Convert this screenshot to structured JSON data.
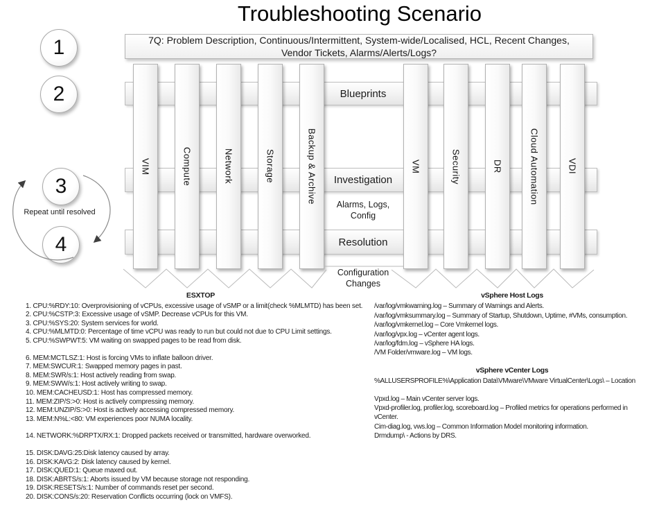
{
  "title": "Troubleshooting Scenario",
  "question_box": "7Q: Problem Description, Continuous/Intermittent, System-wide/Localised, HCL, Recent Changes, Vendor Tickets, Alarms/Alerts/Logs?",
  "steps": {
    "one": "1",
    "two": "2",
    "three": "3",
    "four": "4",
    "repeat_label": "Repeat until resolved"
  },
  "pillars": {
    "left": [
      "VIM",
      "Compute",
      "Network",
      "Storage",
      "Backup & Archive"
    ],
    "right": [
      "VM",
      "Security",
      "DR",
      "Cloud Automation",
      "VDI"
    ]
  },
  "phases": {
    "blueprints": "Blueprints",
    "investigation": "Investigation",
    "alarms": "Alarms, Logs, Config",
    "resolution": "Resolution",
    "config_changes": "Configuration Changes"
  },
  "esxtop": {
    "heading": "ESXTOP",
    "cpu_items": [
      "1. CPU:%RDY:10: Overprovisioning of vCPUs, excessive usage of vSMP or a limit(check %MLMTD) has been set.",
      "2. CPU:%CSTP:3: Excessive usage of vSMP.  Decrease vCPUs for this VM.",
      "3. CPU:%SYS:20: System services for world.",
      "4. CPU:%MLMTD:0: Percentage of time vCPU was ready to run but could not due to CPU Limit settings.",
      "5. CPU:%SWPWT:5: VM waiting on swapped pages to be read from disk."
    ],
    "mem_items": [
      "6. MEM:MCTLSZ:1: Host is forcing VMs to inflate balloon driver.",
      "7. MEM:SWCUR:1: Swapped memory pages in past.",
      "8. MEM:SWR/s:1: Host actively reading from swap.",
      "9. MEM:SWW/s:1: Host actively writing to swap.",
      "10. MEM:CACHEUSD:1: Host has compressed memory.",
      "11. MEM:ZIP/S:>0: Host is actively compressing memory.",
      "12. MEM:UNZIP/S:>0: Host is actively accessing compressed memory.",
      "13. MEM:N%L:<80: VM experiences poor NUMA locality."
    ],
    "network_items": [
      "14. NETWORK:%DRPTX/RX:1: Dropped packets received or transmitted, hardware overworked."
    ],
    "disk_items": [
      "15. DISK:DAVG:25:Disk latency caused by array.",
      "16. DISK:KAVG:2: Disk latency caused by kernel.",
      "17. DISK:QUED:1: Queue maxed out.",
      "18. DISK:ABRTS/s:1: Aborts issued by VM because storage not responding.",
      "19. DISK:RESETS/s:1: Number of commands reset per second.",
      "20. DISK:CONS/s:20: Reservation Conflicts occurring (lock on VMFS)."
    ]
  },
  "host_logs": {
    "heading": "vSphere Host Logs",
    "items": [
      "/var/log/vmkwarning.log – Summary of Warnings and Alerts.",
      "/var/log/vmksummary.log – Summary of Startup, Shutdown, Uptime, #VMs, consumption.",
      "/var/log/vmkernel.log – Core Vmkernel logs.",
      "/var/log/vpx.log – vCenter agent logs.",
      "/var/log/fdm.log – vSphere HA logs.",
      "/VM Folder/vmware.log – VM logs."
    ]
  },
  "vcenter_logs": {
    "heading": "vSphere vCenter Logs",
    "location": "%ALLUSERSPROFILE%\\Application Data\\VMware\\VMware VirtualCenter\\Logs\\ – Location",
    "items": [
      "Vpxd.log – Main vCenter server logs.",
      "Vpxd-profiler.log, profiler.log, scoreboard.log – Profiled metrics for operations performed in vCenter.",
      "Cim-diag.log, vws.log – Common Information Model monitoring information.",
      "Drmdump\\ - Actions by DRS."
    ]
  }
}
